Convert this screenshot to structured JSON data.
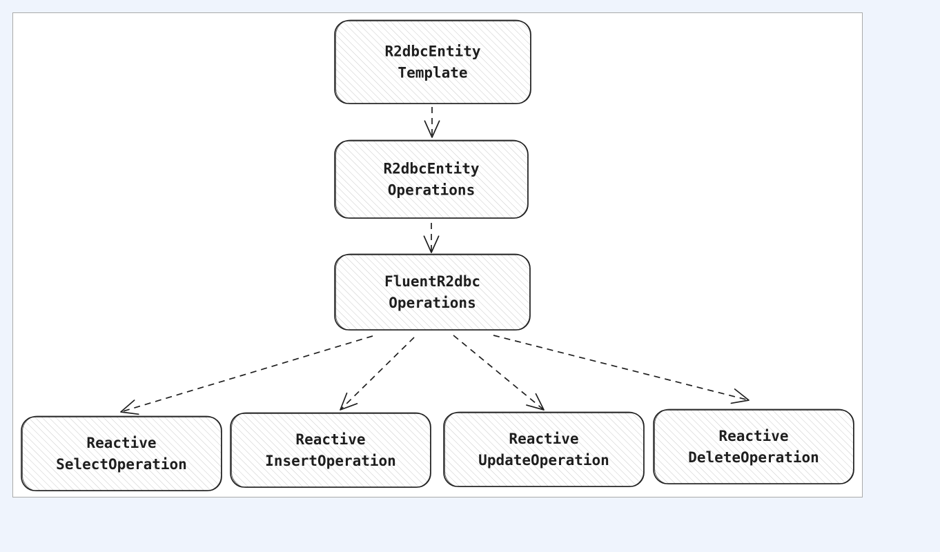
{
  "diagram": {
    "background_color": "#eff4fd",
    "canvas_color": "#ffffff",
    "stroke_color": "#1e1e1e",
    "nodes": [
      {
        "id": "template",
        "lines": [
          "R2dbcEntity",
          "Template"
        ]
      },
      {
        "id": "operations",
        "lines": [
          "R2dbcEntity",
          "Operations"
        ]
      },
      {
        "id": "fluent",
        "lines": [
          "FluentR2dbc",
          "Operations"
        ]
      },
      {
        "id": "select",
        "lines": [
          "Reactive",
          "SelectOperation"
        ]
      },
      {
        "id": "insert",
        "lines": [
          "Reactive",
          "InsertOperation"
        ]
      },
      {
        "id": "update",
        "lines": [
          "Reactive",
          "UpdateOperation"
        ]
      },
      {
        "id": "delete",
        "lines": [
          "Reactive",
          "DeleteOperation"
        ]
      }
    ],
    "edges": [
      {
        "from": "template",
        "to": "operations",
        "style": "dashed"
      },
      {
        "from": "operations",
        "to": "fluent",
        "style": "dashed"
      },
      {
        "from": "fluent",
        "to": "select",
        "style": "dashed"
      },
      {
        "from": "fluent",
        "to": "insert",
        "style": "dashed"
      },
      {
        "from": "fluent",
        "to": "update",
        "style": "dashed"
      },
      {
        "from": "fluent",
        "to": "delete",
        "style": "dashed"
      }
    ]
  }
}
